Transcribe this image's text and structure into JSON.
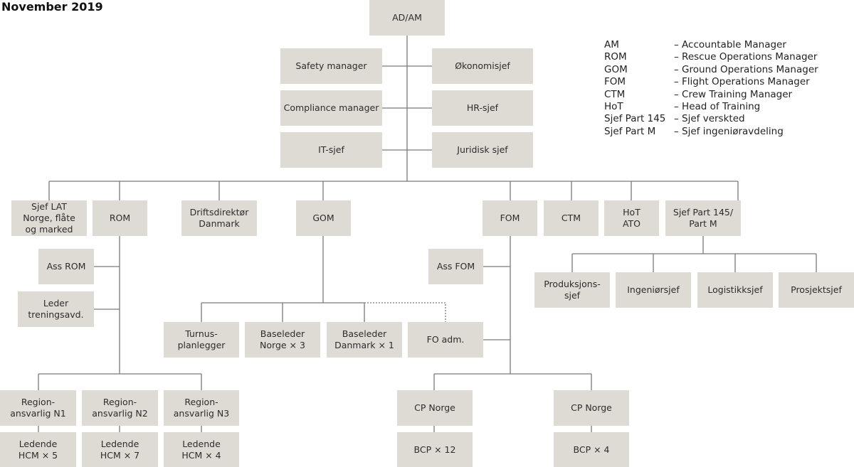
{
  "title": "November 2019",
  "legend": [
    {
      "abbr": "AM",
      "desc": "– Accountable Manager"
    },
    {
      "abbr": "ROM",
      "desc": "– Rescue Operations Manager"
    },
    {
      "abbr": "GOM",
      "desc": "– Ground Operations Manager"
    },
    {
      "abbr": "FOM",
      "desc": "– Flight Operations Manager"
    },
    {
      "abbr": "CTM",
      "desc": "– Crew Training Manager"
    },
    {
      "abbr": "HoT",
      "desc": "– Head of Training"
    },
    {
      "abbr": "Sjef Part 145",
      "desc": "– Sjef verskted"
    },
    {
      "abbr": "Sjef Part M",
      "desc": "– Sjef ingeniøravdeling"
    }
  ],
  "nodes": {
    "top": "AD/AM",
    "staff_left": [
      "Safety manager",
      "Compliance manager",
      "IT-sjef"
    ],
    "staff_right": [
      "Økonomisjef",
      "HR-sjef",
      "Juridisk sjef"
    ],
    "level1": [
      "Sjef LAT\nNorge, flåte\nog marked",
      "ROM",
      "Driftsdirektør\nDanmark",
      "GOM",
      "FOM",
      "CTM",
      "HoT\nATO",
      "Sjef Part 145/\nPart M"
    ],
    "rom_assist": [
      "Ass ROM",
      "Leder\ntreningsavd."
    ],
    "rom_regions": [
      "Region-\nansvarlig N1",
      "Region-\nansvarlig N2",
      "Region-\nansvarlig N3"
    ],
    "rom_hcm": [
      "Ledende\nHCM × 5",
      "Ledende\nHCM × 7",
      "Ledende\nHCM × 4"
    ],
    "gom_children": [
      "Turnus-\nplanlegger",
      "Baseleder\nNorge × 3",
      "Baseleder\nDanmark × 1"
    ],
    "fo_adm": "FO adm.",
    "fom_assist": "Ass FOM",
    "fom_cp": [
      "CP Norge",
      "CP Norge"
    ],
    "fom_bcp": [
      "BCP × 12",
      "BCP × 4"
    ],
    "part_children": [
      "Produksjons-\nsjef",
      "Ingeniørsjef",
      "Logistikksjef",
      "Prosjektsjef"
    ]
  }
}
